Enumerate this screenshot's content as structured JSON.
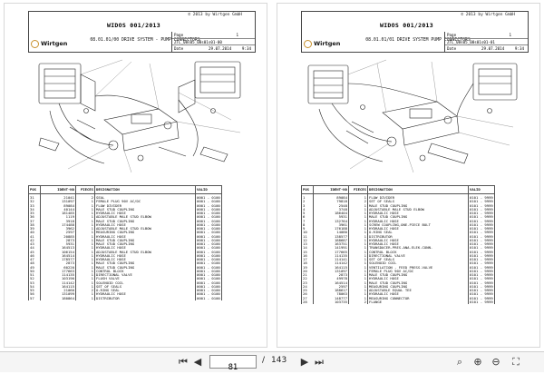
{
  "copyright": "© 2013 by Wirtgen GmbH",
  "logo_text": "Wirtgen",
  "pages": [
    {
      "doc": "WIDOS 001/2013",
      "title": "08.01.01/00 DRIVE SYSTEM - PUMP CONNECTORS",
      "meta_page_label": "Page",
      "meta_page": "1",
      "meta_ref": "ZTL_08s05_08s01s01-00",
      "meta_date_label": "Date",
      "meta_date": "29.07.2014",
      "meta_time": "9:34",
      "headers": [
        "POS",
        "IDENT-NO",
        "PIECES",
        "DESIGNATION",
        "VALID"
      ],
      "rows": [
        [
          "31",
          "21041",
          "2",
          "SEAL",
          "0001 - 0100"
        ],
        [
          "32",
          "131097",
          "1",
          "FEMALE PLUG 90V AC/DC",
          "0001 - 0100"
        ],
        [
          "33",
          "89084",
          "1",
          "FLOW DIVIDER",
          "0001 - 0100"
        ],
        [
          "34",
          "40144",
          "1",
          "MALE STUD COUPLING",
          "0001 - 0100"
        ],
        [
          "35",
          "181485",
          "1",
          "HYDRAULIC HOSE",
          "0001 - 0100"
        ],
        [
          "36",
          "1119",
          "1",
          "ADJUSTABLE MALE STUD ELBOW",
          "0001 - 0100"
        ],
        [
          "37",
          "3918",
          "1",
          "MALE STUD COUPLING",
          "0001 - 0100"
        ],
        [
          "38",
          "174488",
          "1",
          "HYDRAULIC HOSE",
          "0001 - 0100"
        ],
        [
          "39",
          "3962",
          "1",
          "ADJUSTABLE MALE STUD ELBOW",
          "0001 - 0100"
        ],
        [
          "40",
          "2597",
          "1",
          "MEASURING COUPLING",
          "0001 - 0100"
        ],
        [
          "41",
          "20885",
          "1",
          "HYDRAULIC HOSE",
          "0001 - 0100"
        ],
        [
          "42",
          "2873",
          "1",
          "MALE STUD COUPLING",
          "0001 - 0100"
        ],
        [
          "43",
          "5931",
          "1",
          "MALE STUD COUPLING",
          "0001 - 0100"
        ],
        [
          "44",
          "164513",
          "1",
          "HYDRAULIC HOSE",
          "0001 - 0100"
        ],
        [
          "45",
          "106154",
          "1",
          "ADJUSTABLE MALE STUD ELBOW",
          "0001 - 0100"
        ],
        [
          "46",
          "164514",
          "1",
          "HYDRAULIC HOSE",
          "0001 - 0100"
        ],
        [
          "47",
          "178577",
          "1",
          "HYDRAULIC HOSE",
          "0001 - 0100"
        ],
        [
          "48",
          "2873",
          "1",
          "MALE STUD COUPLING",
          "0001 - 0100"
        ],
        [
          "49",
          "60220",
          "1",
          "MALE STUD COUPLING",
          "0001 - 0100"
        ],
        [
          "50",
          "177663",
          "1",
          "CONTROL BLOCK",
          "0001 - 0100"
        ],
        [
          "51",
          "114135",
          "1",
          "DIRECTIONAL VALVE",
          "0001 - 0100"
        ],
        [
          "52",
          "103190",
          "1",
          "FLUSH VALVE",
          "0001 - 0100"
        ],
        [
          "53",
          "114142",
          "1",
          "SOLENOID COIL",
          "0001 - 0100"
        ],
        [
          "54",
          "164115",
          "1",
          "SET OF SEALS",
          "0001 - 0100"
        ],
        [
          "55",
          "21060",
          "2",
          "O-RING SEAL",
          "0001 - 0100"
        ],
        [
          "56",
          "131099",
          "1",
          "HYDRAULIC HOSE",
          "0001 - 0100"
        ],
        [
          "57",
          "180864",
          "1",
          "DISTRIBUTOR",
          "0001 - 0100"
        ]
      ]
    },
    {
      "doc": "WIDOS 001/2013",
      "title": "08.01.01/01 DRIVE SYSTEM PUMP CONNECTORS",
      "meta_page_label": "Page",
      "meta_page": "1",
      "meta_ref": "ZTL_08s05_08s01s01-01",
      "meta_date_label": "Date",
      "meta_date": "29.07.2014",
      "meta_time": "9:34",
      "headers": [
        "POS",
        "IDENT-NO",
        "PIECES",
        "DESIGNATION",
        "VALID"
      ],
      "rows": [
        [
          "1",
          "89084",
          "1",
          "FLOW DIVIDER",
          "0101 - 9999"
        ],
        [
          "2",
          "79818",
          "2",
          "SET OF SEALS",
          "0101 - 9999"
        ],
        [
          "3",
          "2548",
          "1",
          "MALE STUD COUPLING",
          "0101 - 9999"
        ],
        [
          "4",
          "3748",
          "1",
          "ADJUSTABLE MALE STUD ELBOW",
          "0101 - 9999"
        ],
        [
          "5",
          "186404",
          "1",
          "HYDRAULIC HOSE",
          "0101 - 9999"
        ],
        [
          "6",
          "5931",
          "1",
          "MALE STUD COUPLING",
          "0101 - 9999"
        ],
        [
          "7",
          "132764",
          "1",
          "HYDRAULIC HOSE",
          "0101 - 9999"
        ],
        [
          "8",
          "3961",
          "1",
          "SCREW COUPLING,ONE-PIECE BOLT",
          "0101 - 9999"
        ],
        [
          "9",
          "176188",
          "1",
          "HYDRAULIC HOSE",
          "0101 - 9999"
        ],
        [
          "10",
          "14080",
          "1",
          "O-RING SEAL",
          "0101 - 9999"
        ],
        [
          "11",
          "138577",
          "1",
          "DISTRIBUTOR",
          "0101 - 9999"
        ],
        [
          "12",
          "188687",
          "1",
          "HYDRAULIC HOSE",
          "0101 - 9999"
        ],
        [
          "13",
          "163751",
          "1",
          "HYDRAULIC HOSE",
          "0101 - 9999"
        ],
        [
          "14",
          "141991",
          "1",
          "TRANSDUCER-PRES.ANA.ELEK.CONN.",
          "0101 - 9999"
        ],
        [
          "15",
          "177665",
          "1",
          "CONTROL BLOCK",
          "0101 - 9999"
        ],
        [
          "16",
          "114135",
          "1",
          "DIRECTIONAL VALVE",
          "0101 - 9999"
        ],
        [
          "17",
          "114141",
          "1",
          "SET OF SEALS",
          "0101 - 9999"
        ],
        [
          "18",
          "114142",
          "1",
          "SOLENOID COIL",
          "0101 - 9999"
        ],
        [
          "19",
          "164115",
          "1",
          "VENTILATION - FEED PRESS.VALVE",
          "0101 - 9999"
        ],
        [
          "20",
          "131097",
          "1",
          "FEMALE PLUG 90V AC/DC",
          "0101 - 9999"
        ],
        [
          "21",
          "2873",
          "1",
          "MALE STUD COUPLING",
          "0101 - 9999"
        ],
        [
          "22",
          "49978",
          "1",
          "HYDRAULIC HOSE",
          "0101 - 9999"
        ],
        [
          "23",
          "164514",
          "1",
          "MALE STUD COUPLING",
          "0101 - 9999"
        ],
        [
          "24",
          "2597",
          "1",
          "MEASURING COUPLING",
          "0101 - 9999"
        ],
        [
          "25",
          "188617",
          "1",
          "ADJUSTABLE EQUAL TEE",
          "0101 - 9999"
        ],
        [
          "26",
          "78063",
          "1",
          "HYDRAULIC HOSE",
          "0101 - 9999"
        ],
        [
          "27",
          "148777",
          "1",
          "MEASURING CONNECTOR",
          "0101 - 9999"
        ],
        [
          "28",
          "103735",
          "2",
          "FLANGE",
          "0101 - 9999"
        ]
      ]
    }
  ],
  "toolbar": {
    "page_value": "81",
    "separator": "/",
    "total_pages": "143",
    "icons": [
      "first-page-icon",
      "prev-page-icon",
      "next-page-icon",
      "last-page-icon",
      "search-icon",
      "zoom-in-icon",
      "zoom-out-icon",
      "fullscreen-icon"
    ]
  }
}
